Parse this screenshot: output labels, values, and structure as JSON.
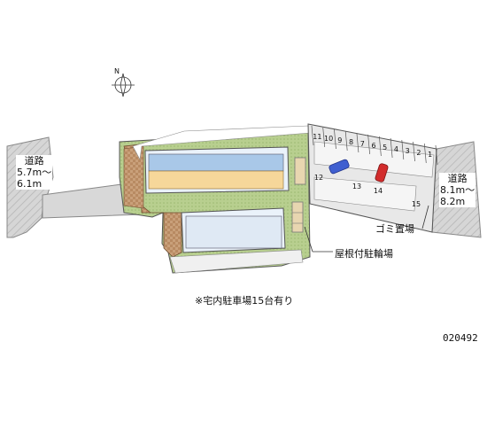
{
  "map": {
    "roads": [
      {
        "name": "道路",
        "width": "5.7m〜",
        "width2": "6.1m"
      },
      {
        "name": "道路",
        "width": "8.1m〜",
        "width2": "8.2m"
      }
    ],
    "parking_numbers_top": [
      "11",
      "10",
      "9",
      "8",
      "7",
      "6",
      "5",
      "4",
      "3",
      "2",
      "1"
    ],
    "parking_numbers_bottom": [
      "12",
      "13",
      "14",
      "15"
    ],
    "legend": {
      "garbage": "ゴミ置場",
      "bicycle": "屋根付駐輪場"
    },
    "note": "※宅内駐車場15台有り",
    "property_code": "020492",
    "compass": "N",
    "colors": {
      "building": "#a9c8e8",
      "balcony": "#f6d79a",
      "grass": "#b3ca8a",
      "paving": "#c9a07a",
      "parking": "#d4d4d4",
      "road": "#d9d9d9",
      "car_blue": "#3f5fd0",
      "car_red": "#d22c2c"
    }
  }
}
